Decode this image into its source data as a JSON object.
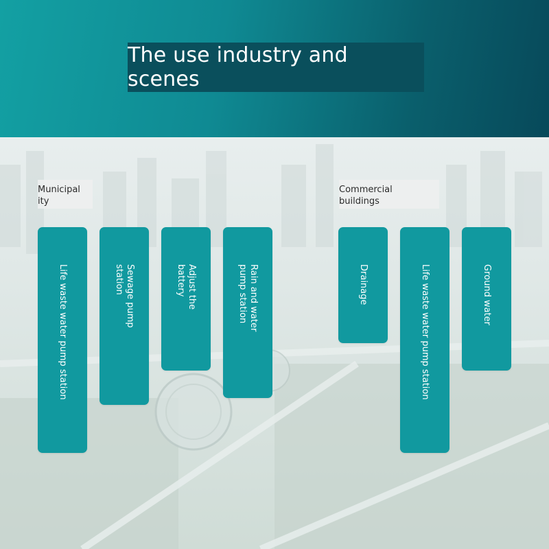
{
  "header": {
    "title": "The use industry and scenes"
  },
  "categories": {
    "municipal": "Municipal\nity",
    "commercial": "Commercial\nbuildings"
  },
  "cards": [
    {
      "label": "Life waste water pump station"
    },
    {
      "label": "Sewage pump\nstation"
    },
    {
      "label": "Adjust the\nbattery"
    },
    {
      "label": "Rain and water\npump station"
    },
    {
      "label": "Drainage"
    },
    {
      "label": "Life waste water pump station"
    },
    {
      "label": "Ground water"
    }
  ],
  "colors": {
    "header_start": "#13a0a3",
    "header_end": "#07495a",
    "title_box": "#0a4f5c",
    "card": "#11999f"
  }
}
